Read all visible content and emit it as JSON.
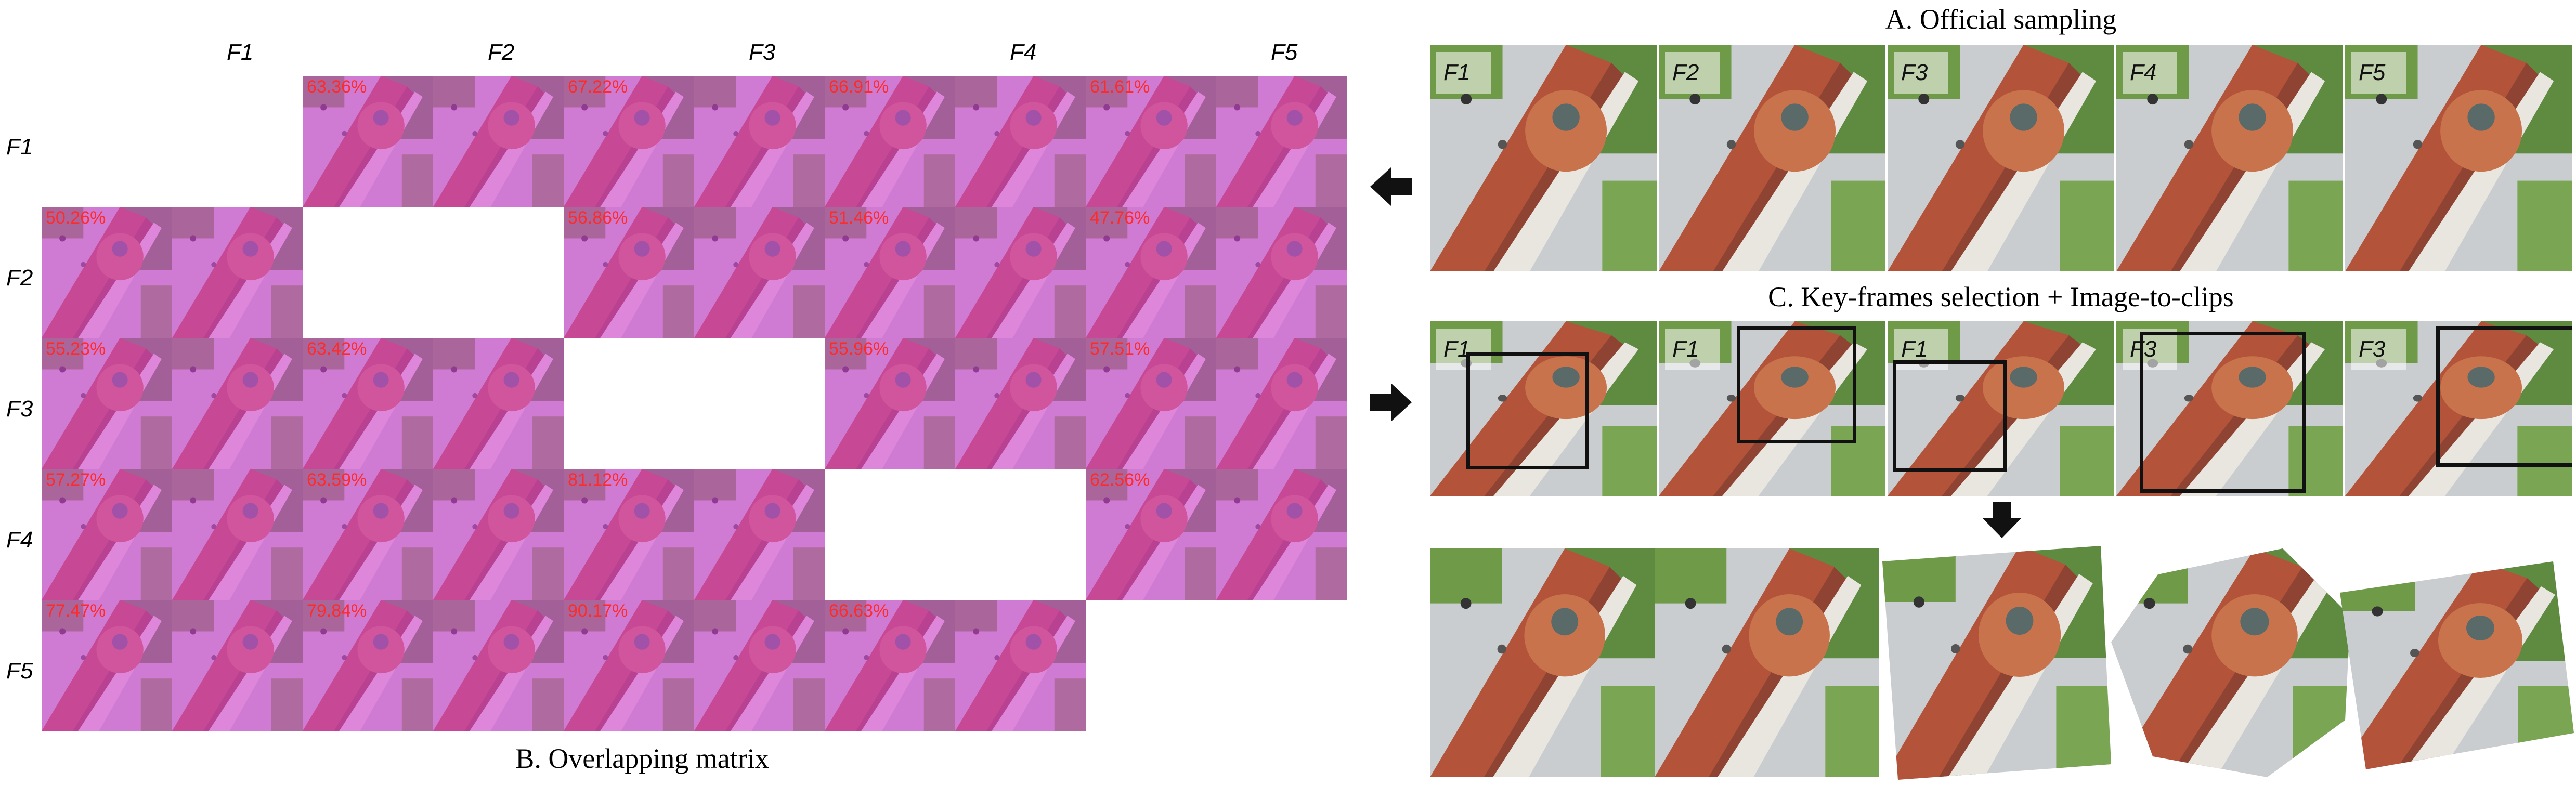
{
  "captions": {
    "official": "A. Official sampling",
    "matrix": "B. Overlapping matrix",
    "keyframes": "C. Key-frames selection + Image-to-clips"
  },
  "matrix": {
    "col_labels": [
      "F1",
      "F2",
      "F3",
      "F4",
      "F5"
    ],
    "row_labels": [
      "F1",
      "F2",
      "F3",
      "F4",
      "F5"
    ],
    "cells": [
      [
        "",
        "63.36%",
        "67.22%",
        "66.91%",
        "61.61%"
      ],
      [
        "50.26%",
        "",
        "56.86%",
        "51.46%",
        "47.76%"
      ],
      [
        "55.23%",
        "63.42%",
        "",
        "55.96%",
        "57.51%"
      ],
      [
        "57.27%",
        "63.59%",
        "81.12%",
        "",
        "62.56%"
      ],
      [
        "77.47%",
        "79.84%",
        "90.17%",
        "66.63%",
        ""
      ]
    ]
  },
  "official_frames": [
    "F1",
    "F2",
    "F3",
    "F4",
    "F5"
  ],
  "keyframe_tags": [
    "F1",
    "F1",
    "F1",
    "F3",
    "F3"
  ],
  "colors": {
    "overlap": "#d640d6",
    "percent_text": "#ff2a2a",
    "roof": "#b8543a",
    "dome": "#c9704a",
    "ground": "#c8ccce",
    "vegetation": "#5c8a3e"
  },
  "icons": [
    "arrow-left-icon",
    "arrow-right-icon",
    "arrow-down-icon"
  ]
}
